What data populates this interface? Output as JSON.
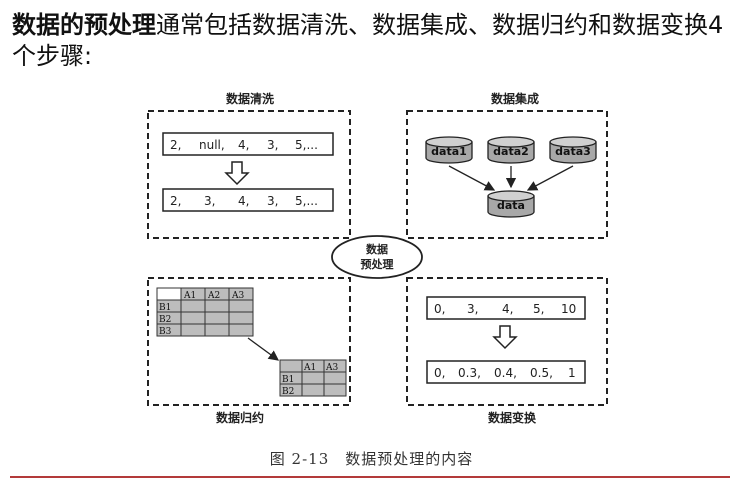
{
  "intro": {
    "bold": "数据的预处理",
    "rest": "通常包括数据清洗、数据集成、数据归约和数据变换4个步骤:"
  },
  "diagram": {
    "center_label_1": "数据",
    "center_label_2": "预处理",
    "cleaning": {
      "title": "数据清洗",
      "row1": [
        "2,",
        "null,",
        "4,",
        "3,",
        "5,..."
      ],
      "row2": [
        "2,",
        "3,",
        "4,",
        "3,",
        "5,..."
      ]
    },
    "integration": {
      "title": "数据集成",
      "sources": [
        "data1",
        "data2",
        "data3"
      ],
      "target": "data"
    },
    "reduction": {
      "title": "数据归约",
      "table1_headers": [
        "A1",
        "A2",
        "A3"
      ],
      "table1_rows": [
        "B1",
        "B2",
        "B3"
      ],
      "table2_headers": [
        "A1",
        "A3"
      ],
      "table2_rows": [
        "B1",
        "B2"
      ]
    },
    "transformation": {
      "title": "数据变换",
      "row1": [
        "0,",
        "3,",
        "4,",
        "5,",
        "10"
      ],
      "row2": [
        "0,",
        "0.3,",
        "0.4,",
        "0.5,",
        "1"
      ]
    }
  },
  "caption": "图 2-13　数据预处理的内容",
  "colors": {
    "accent_rule": "#b33a3a",
    "cell_fill": "#bdbdbd",
    "db_fill": "#a8a8a8"
  }
}
